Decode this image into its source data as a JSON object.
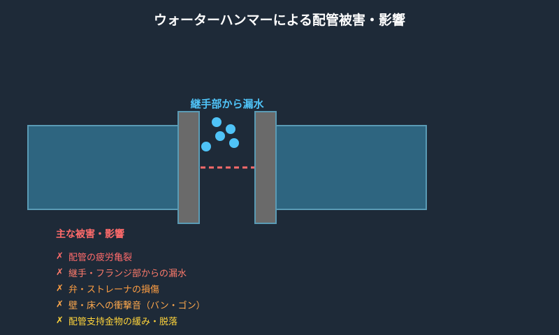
{
  "title": "ウォーターハンマーによる配管被害・影響",
  "leak_label": "継手部から漏水",
  "colors": {
    "background": "#1e2a38",
    "pipe_fill": "#2e6580",
    "pipe_stroke": "#5a9bb5",
    "flange_fill": "#6a6a6a",
    "water_drop": "#4fc3f7",
    "crack_line": "#ff6b6b"
  },
  "damage": {
    "title": "主な被害・影響",
    "items": [
      {
        "mark": "✗",
        "text": "配管の疲労亀裂",
        "color": "#ff6b6b"
      },
      {
        "mark": "✗",
        "text": "継手・フランジ部からの漏水",
        "color": "#ff7b6b"
      },
      {
        "mark": "✗",
        "text": "弁・ストレーナの損傷",
        "color": "#ff9f43"
      },
      {
        "mark": "✗",
        "text": "壁・床への衝撃音（バン・ゴン）",
        "color": "#ffa94d"
      },
      {
        "mark": "✗",
        "text": "配管支持金物の緩み・脱落",
        "color": "#ffd43b"
      }
    ]
  }
}
